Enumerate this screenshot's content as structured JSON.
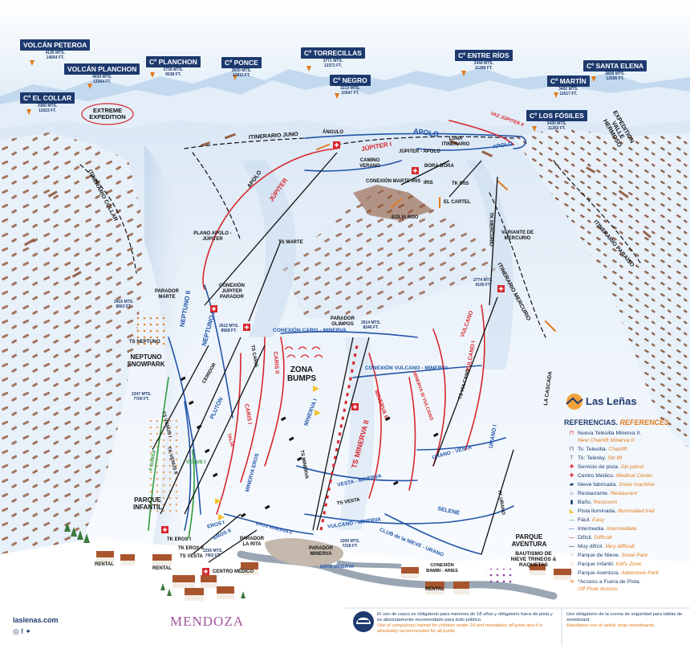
{
  "peaks": [
    {
      "name": "VOLCÁN PETEROA",
      "alt": [
        "4135 MTS.",
        "14564 FT."
      ]
    },
    {
      "name": "VOLCÁN PLANCHON",
      "alt": [
        "4034 MTS.",
        "13264 FT."
      ]
    },
    {
      "name": "Cº PLANCHON",
      "alt": [
        "2755 MTS.",
        "9038 FT."
      ]
    },
    {
      "name": "Cº PONCE",
      "alt": [
        "3600 MTS.",
        "11811 FT."
      ]
    },
    {
      "name": "Cº TORRECILLAS",
      "alt": [
        "3771 MTS.",
        "12372 FT."
      ]
    },
    {
      "name": "Cº NEGRO",
      "alt": [
        "3213 MTS.",
        "10547 FT."
      ]
    },
    {
      "name": "Cº ENTRE RÍOS",
      "alt": [
        "3444 MTS.",
        "11299 FT."
      ]
    },
    {
      "name": "Cº SANTA ELENA",
      "alt": [
        "3839 MTS.",
        "12595 FT."
      ]
    },
    {
      "name": "Cº MARTÍN",
      "alt": [
        "3402 MTS.",
        "11617 FT."
      ]
    },
    {
      "name": "Cº LOS FÓSILES",
      "alt": [
        "3430 MTS.",
        "11253 FT."
      ]
    },
    {
      "name": "Cº EL COLLAR",
      "alt": [
        "3360 MTS.",
        "11023 FT."
      ]
    }
  ],
  "areas": {
    "extreme_expedition": "EXTREME EXPEDITION",
    "expedition_valle_hermoso": "EXPEDITION VALLE HERMOSO",
    "itinerario_juno": "ITINERARIO JUNO",
    "itinerario_collar": "ITINERARIO COLLAR",
    "itinerario_paraiso": "ITINERARIO PARAÍSO",
    "itinerario_mercurio": "ITINERARIO MERCURIO",
    "zona_bumps": "ZONA BUMPS",
    "neptuno_snowpark": "NEPTUNO SNOWPARK",
    "parque_infantil": "PARQUE INFANTIL",
    "parque_aventura": "PARQUE AVENTURA",
    "bautismo": "BAUTISMO DE NIEVE TRINEOS & RAQUETAS"
  },
  "runs": {
    "apolo_top": "APOLO",
    "apolo_left": "APOLO",
    "jupiter_i": "JÚPITER I",
    "jupiter_left": "JÚPITER",
    "vaz_jupiter": "VAZ JÚPITER II",
    "luna": "LUNA ITINERARIO",
    "jupiter_apolo": "JÚPITER - APOLO",
    "apolo_right": "APOLO",
    "angulo": "ÁNGULO",
    "camino_verano": "CAMINO VERANO",
    "bora_bora": "BORA BORA",
    "conexion_marte_iris": "CONEXIÓN MARTE IRIS",
    "iris": "IRIS",
    "tk_iris": "TK IRIS",
    "el_cartel": "EL CARTEL",
    "eolia_roo": "EOLIA ROO",
    "plano_apolo": "PLANO APOLO - JÚPITER",
    "ts_marte": "TS MARTE",
    "tk_mercurio": "TK MERCURIO",
    "variante_mercurio": "VARIANTE DE MERCURIO",
    "conexion_jupiter": "CONEXIÓN JÚPITER PARADOR",
    "parador_marte": "PARADOR MARTE",
    "neptuno_ii": "NEPTUNO II",
    "neptuno_i": "NEPTUNO I",
    "ts_neptuno": "TS NEPTUNO",
    "conexion_caris": "CONEXIÓN CARIS - MINERVA",
    "parador_olimpos": "PARADOR OLIMPOS",
    "ts_caris": "TS CARIS",
    "caris_ii": "CARIS II",
    "caris_i": "CARIS I",
    "conexion_vulcano": "CONEXIÓN VULCANO - MINERVA",
    "vulcano_i": "VULCANO I",
    "vulcano_top": "VULCANO",
    "ts_vulcano": "TS VULCANO",
    "minerva_vulcano": "MINERVA III VULCANO",
    "minerva_ii": "MINERVA II",
    "minerva_i": "MINERVA I",
    "ts_minerva_ii": "TS MINERVA II",
    "cemidor": "CEMIDOR",
    "pluton": "PLUTÓN",
    "talia": "TALÍA",
    "ts_venus": "TS VENUS I",
    "tk_venus_ii": "TK VENUS II",
    "venus_i": "VENUS I",
    "il_sonsa": "II SONSA",
    "ts_minerva": "TS MINERVA",
    "vesta_minerva": "VESTA - MINERVA",
    "urano_vesta": "URANO - VESTA",
    "urano_i": "URANO I",
    "ts_vesta": "TS VESTA",
    "vulcano_minerva": "VULCANO - MINERVA",
    "selene": "SELENE",
    "tk_urano": "TK URANO",
    "club_nieve": "CLUB de la NIEVE - URANO",
    "eros_i": "EROS I",
    "eros_ii": "EROS II",
    "eros_minerva": "EROS MINERVA II",
    "minerva_eros": "MINERVA EROS",
    "parador_la_rita": "PARADOR LA RITA",
    "parador_minerva": "PARADOR MINERVA",
    "eros_minerva_bottom": "EROS MINERVA",
    "conexion_bambi": "CONEXIÓN BAMBI - ARIES",
    "centro_medico": "CENTRO MÉDICO",
    "rental_1": "RENTAL",
    "rental_2": "RENTAL",
    "rental_3": "RENTAL",
    "tk_eros": "TK EROS I",
    "tk_eros_ii": "TK EROS II",
    "ts_vesta_bottom": "TS VESTA",
    "la_cascada": "LA CASCADA"
  },
  "altitudes": {
    "a1": [
      "2415 MTS.",
      "8563 FT."
    ],
    "a2": [
      "2612 MTS.",
      "8568 FT."
    ],
    "a3": [
      "2514 MTS.",
      "8246 FT."
    ],
    "a4": [
      "2774 MTS.",
      "9100 FT."
    ],
    "a5": [
      "2347 MTS.",
      "7700 FT."
    ],
    "a6": [
      "2256 MTS.",
      "7402 FT."
    ],
    "a7": [
      "2200 MTS.",
      "7218 FT."
    ]
  },
  "brand": {
    "logo_text": "Las Leñas",
    "website": "laslenas.com",
    "social": "◎ f ✦",
    "mendoza": "MENDOZA"
  },
  "references": {
    "title_es": "REFERENCIAS.",
    "title_en": "REFERENCES",
    "items": [
      {
        "icon": "chairlift-new",
        "es": "Nueva Telesilla Minerva II.",
        "en": "New Chairlift Minerva II"
      },
      {
        "icon": "chairlift",
        "es": "Ts: Telesilla.",
        "en": "Chairlift"
      },
      {
        "icon": "ski-lift",
        "es": "Tk: Telesky.",
        "en": "Ski lift"
      },
      {
        "icon": "ski-patrol",
        "es": "Servicio de pista.",
        "en": "Ski patrol"
      },
      {
        "icon": "medical",
        "es": "Centro Médico.",
        "en": "Medical Center"
      },
      {
        "icon": "snow-machine",
        "es": "Nieve fabricada.",
        "en": "Snow machine"
      },
      {
        "icon": "restaurant",
        "es": "Restaurante.",
        "en": "Restaurant"
      },
      {
        "icon": "restroom",
        "es": "Baño.",
        "en": "Restroom"
      },
      {
        "icon": "illuminated",
        "es": "Pista iluminada.",
        "en": "Illuminated trail"
      },
      {
        "icon": "easy",
        "es": "Fácil.",
        "en": "Easy"
      },
      {
        "icon": "intermediate",
        "es": "Intermedia.",
        "en": "Intermediate"
      },
      {
        "icon": "difficult",
        "es": "Difícil.",
        "en": "Difficult"
      },
      {
        "icon": "very-difficult",
        "es": "Muy difícil.",
        "en": "Very difficult"
      },
      {
        "icon": "snow-park",
        "es": "Parque de Nieve.",
        "en": "Snow Park"
      },
      {
        "icon": "kids-zone",
        "es": "Parque Infantil.",
        "en": "Kid's Zone"
      },
      {
        "icon": "adventure-park",
        "es": "Parque Aventura.",
        "en": "Adventure Park"
      },
      {
        "icon": "off-piste",
        "es": "*Acceso a Fuera de Pista.",
        "en": "Off Piste Access"
      }
    ]
  },
  "footer": {
    "helmet_es": "El uso de casco es obligatorio para menores de 18 años y obligatorio fuera de pista y es absolutamente recomendado para todo público.",
    "helmet_en": "Use of compulsory helmet for children under 18 and mandatory off-piste and it is absolutely recommended for all public.",
    "strap_es": "Uso obligatorio de la correa de seguridad para tablas de snowboard.",
    "strap_en": "Mandatory use of safety strap snowboards."
  },
  "colors": {
    "easy": "#2e9a3c",
    "intermediate": "#2255a8",
    "difficult": "#d7262c",
    "very_difficult": "#111111",
    "navy": "#1d3a6e",
    "orange": "#e07a1b",
    "rock": "#8a4a2a",
    "sky": "#cfe3f4"
  }
}
